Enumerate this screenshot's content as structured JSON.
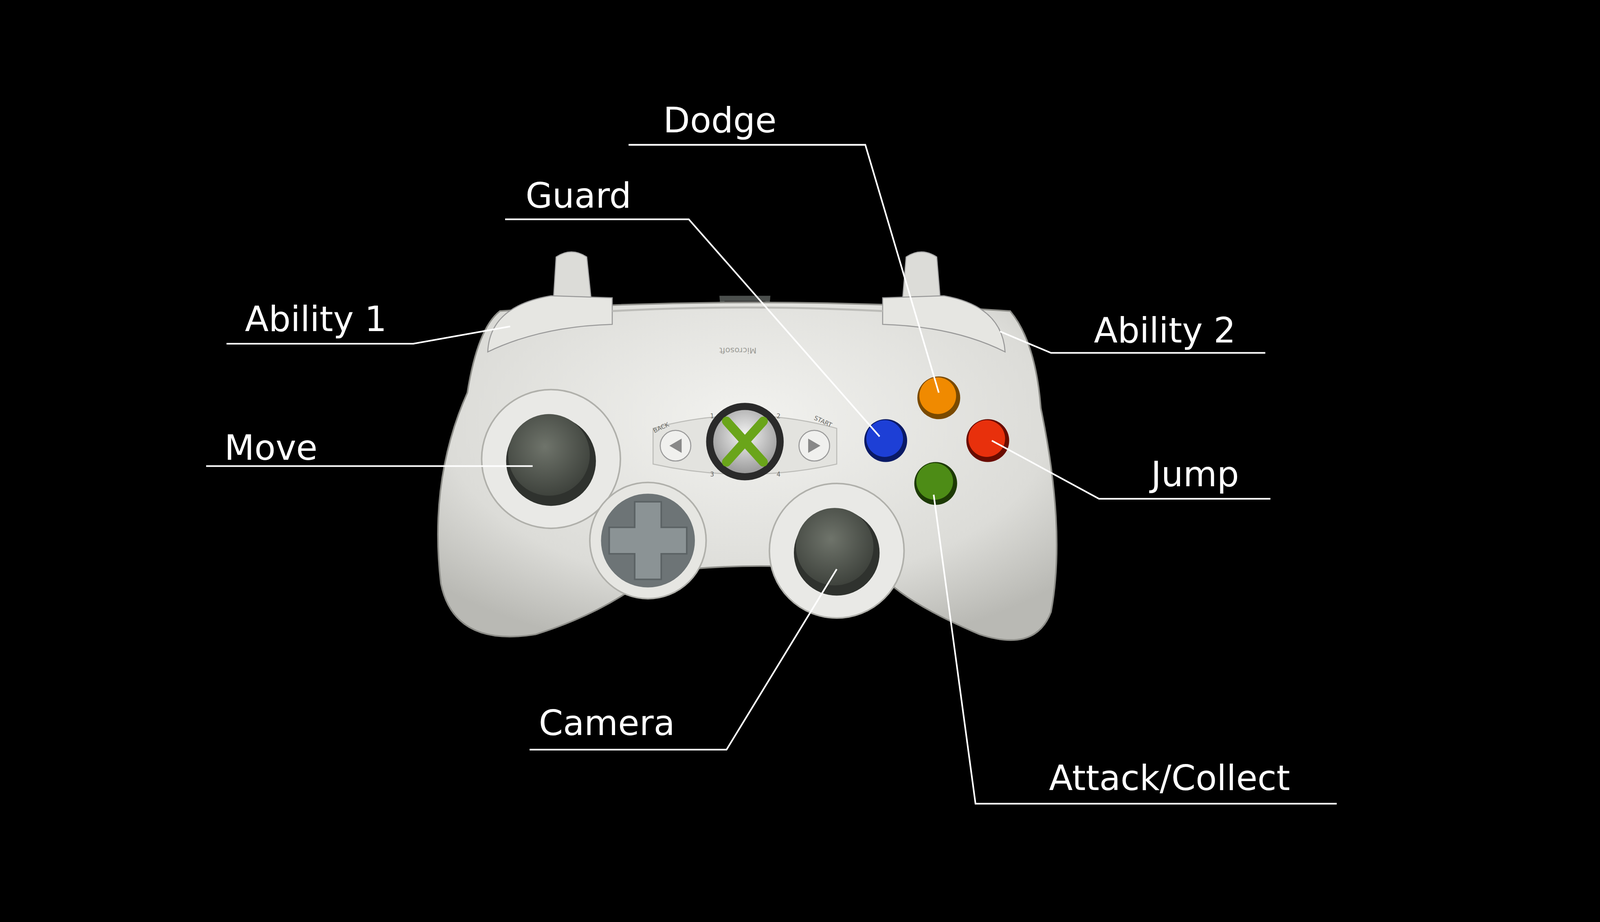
{
  "diagram": {
    "labels": [
      "Dodge",
      "Guard",
      "Ability 1",
      "Microsoft",
      "Ability 2",
      "Move",
      "BACK",
      "1",
      "2",
      "START",
      "Jump",
      "3",
      "4",
      "Camera",
      "Attack/Collect"
    ]
  }
}
